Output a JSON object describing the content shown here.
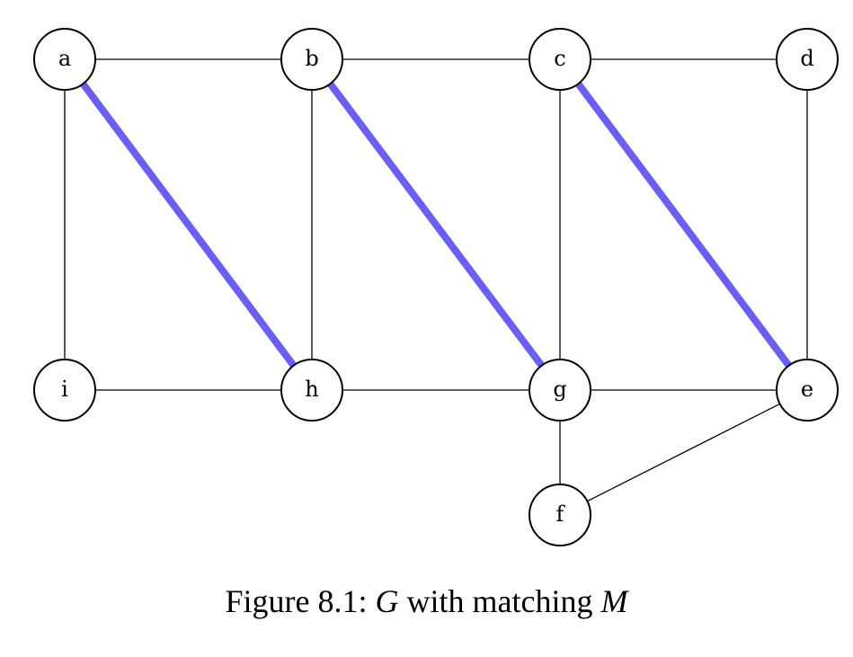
{
  "figure": {
    "caption": {
      "prefix": "Figure 8.1: ",
      "graph_symbol": "G",
      "middle": " with matching ",
      "matching_symbol": "M"
    }
  },
  "graph": {
    "nodes": [
      {
        "id": "a",
        "label": "a"
      },
      {
        "id": "b",
        "label": "b"
      },
      {
        "id": "c",
        "label": "c"
      },
      {
        "id": "d",
        "label": "d"
      },
      {
        "id": "e",
        "label": "e"
      },
      {
        "id": "f",
        "label": "f"
      },
      {
        "id": "g",
        "label": "g"
      },
      {
        "id": "h",
        "label": "h"
      },
      {
        "id": "i",
        "label": "i"
      }
    ],
    "edges": [
      {
        "from": "a",
        "to": "b",
        "in_matching": false
      },
      {
        "from": "b",
        "to": "c",
        "in_matching": false
      },
      {
        "from": "c",
        "to": "d",
        "in_matching": false
      },
      {
        "from": "a",
        "to": "i",
        "in_matching": false
      },
      {
        "from": "b",
        "to": "h",
        "in_matching": false
      },
      {
        "from": "c",
        "to": "g",
        "in_matching": false
      },
      {
        "from": "d",
        "to": "e",
        "in_matching": false
      },
      {
        "from": "i",
        "to": "h",
        "in_matching": false
      },
      {
        "from": "h",
        "to": "g",
        "in_matching": false
      },
      {
        "from": "g",
        "to": "e",
        "in_matching": false
      },
      {
        "from": "g",
        "to": "f",
        "in_matching": false
      },
      {
        "from": "f",
        "to": "e",
        "in_matching": false
      },
      {
        "from": "a",
        "to": "h",
        "in_matching": true
      },
      {
        "from": "b",
        "to": "g",
        "in_matching": true
      },
      {
        "from": "c",
        "to": "e",
        "in_matching": true
      }
    ],
    "matching_color": "#6a5ff5",
    "edge_color": "#000000"
  }
}
